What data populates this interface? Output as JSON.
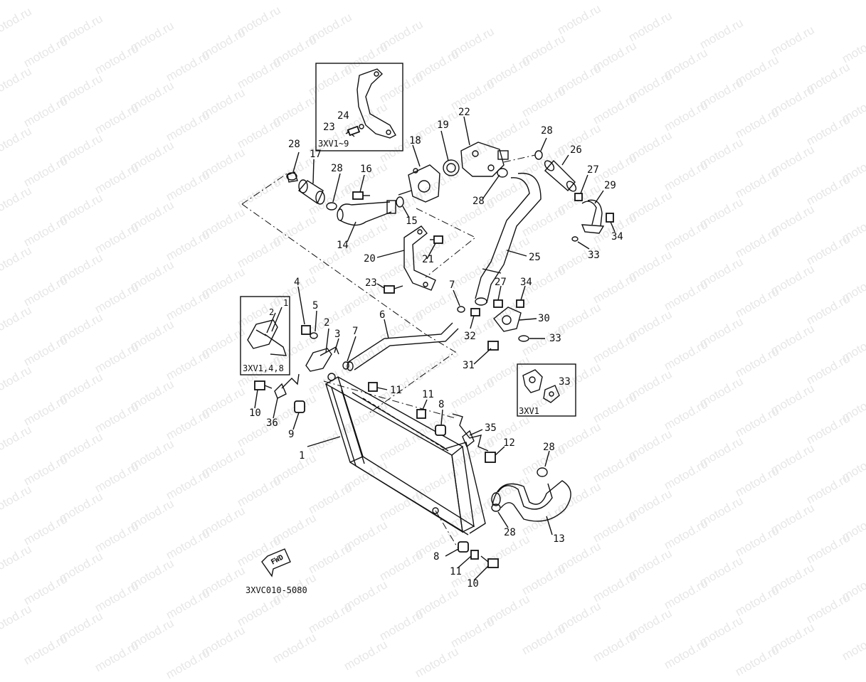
{
  "diagram": {
    "code": "3XVC010-5080",
    "fwd": "FWD",
    "watermark": "motod.ru",
    "insets": {
      "top": "3XV1~9",
      "left": "3XV1,4,8",
      "right": "3XV1"
    },
    "callouts": {
      "c1": "1",
      "c2": "2",
      "c3": "3",
      "c4": "4",
      "c5": "5",
      "c6": "6",
      "c7a": "7",
      "c7b": "7",
      "c8a": "8",
      "c8b": "8",
      "c9": "9",
      "c10a": "10",
      "c10b": "10",
      "c11a": "11",
      "c11b": "11",
      "c11c": "11",
      "c12": "12",
      "c13": "13",
      "c14": "14",
      "c15": "15",
      "c16": "16",
      "c17": "17",
      "c18": "18",
      "c19": "19",
      "c20": "20",
      "c21": "21",
      "c22": "22",
      "c23a": "23",
      "c23b": "23",
      "c24": "24",
      "c25": "25",
      "c26": "26",
      "c27a": "27",
      "c27b": "27",
      "c28a": "28",
      "c28b": "28",
      "c28c": "28",
      "c28d": "28",
      "c28e": "28",
      "c28f": "28",
      "c29": "29",
      "c30": "30",
      "c31": "31",
      "c32": "32",
      "c33a": "33",
      "c33b": "33",
      "c33c": "33",
      "c34a": "34",
      "c34b": "34",
      "c35": "35",
      "c36": "36",
      "inset_c1": "1",
      "inset_c2": "2"
    }
  }
}
